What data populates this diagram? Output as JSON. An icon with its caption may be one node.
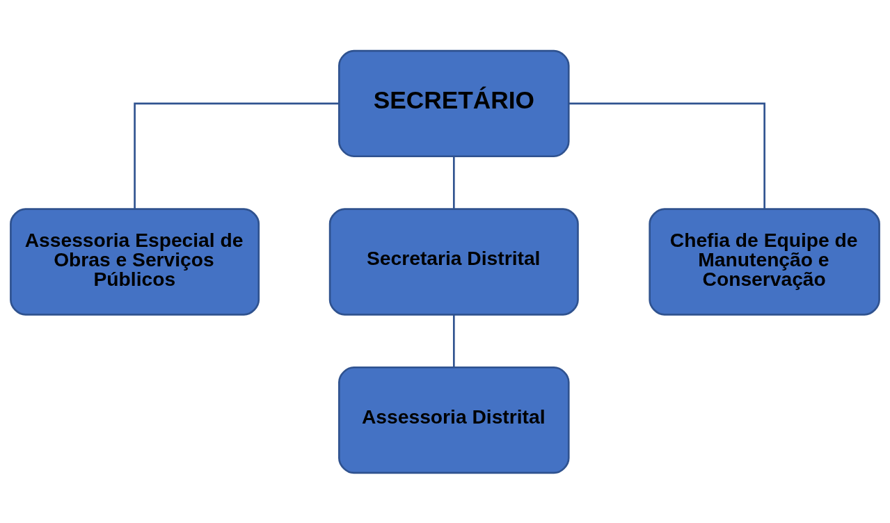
{
  "diagram": {
    "nodes": [
      {
        "text": [
          "SECRETÁRIO"
        ]
      },
      {
        "text": [
          "Assessoria Especial de Obras e Serviços Públicos"
        ]
      },
      {
        "text": [
          "Secretaria Distrital"
        ]
      },
      {
        "text": [
          "Chefia de Equipe de Manutenção e Conservação"
        ]
      },
      {
        "text": [
          "Assessoria Distrital"
        ]
      }
    ],
    "edges": [
      {
        "from": 0,
        "to": 1,
        "arrow": "none"
      },
      {
        "from": 0,
        "to": 2,
        "arrow": "none"
      },
      {
        "from": 0,
        "to": 3,
        "arrow": "none"
      },
      {
        "from": 2,
        "to": 4,
        "arrow": "none"
      }
    ]
  }
}
